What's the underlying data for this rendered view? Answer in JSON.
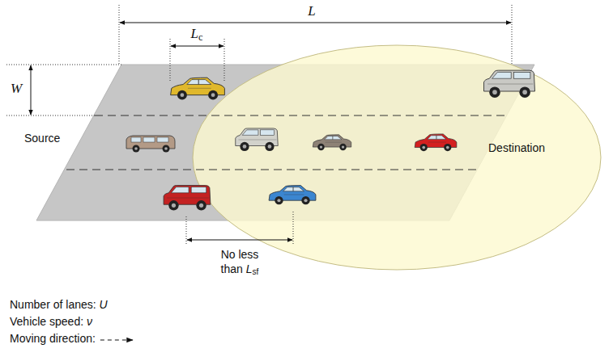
{
  "diagram": {
    "nodes": [
      {
        "text": [
          "Source"
        ]
      },
      {
        "text": [
          "Destination"
        ]
      }
    ],
    "labels": [
      "L",
      "Lc",
      "W",
      "No less than Lsf",
      "Number of lanes: U",
      "Vehicle speed: ν",
      "Moving direction:"
    ]
  }
}
